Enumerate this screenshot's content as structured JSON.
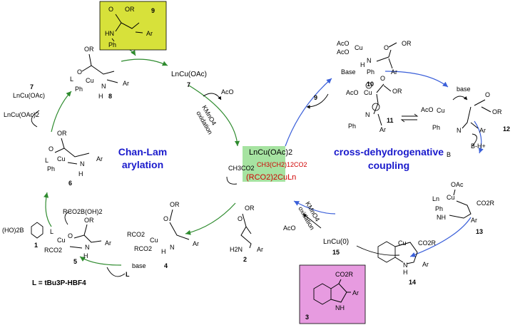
{
  "colors": {
    "green_arrow": "#2e8b2e",
    "blue_arrow": "#3a5fd9",
    "cycle_title": "#1a1acc",
    "box_yellow": "#d7e13a",
    "box_green": "#a6e3a1",
    "box_pink": "#e79be0",
    "red_text": "#d00000"
  },
  "cycles": {
    "left_title_1": "Chan-Lam",
    "left_title_2": "arylation",
    "right_title_1": "cross-dehydrogenative",
    "right_title_2": "coupling"
  },
  "center": {
    "line1": "LnCu(OAc)2",
    "acetate": "CH3CO2",
    "chain": "CH3(CH2)12CO2",
    "line3": "(RCO2)2CuLn"
  },
  "labels": {
    "oxidant1": "KMnO4",
    "oxidation1": "oxidation",
    "oxidant2": "KMnO4",
    "oxidation2": "oxidation",
    "aco_top": "AcO",
    "aco_right": "AcO",
    "cat_top": "LnCu(OAc)",
    "cat_left_a": "LnCu(OAc)",
    "cat_left_b": "LnCu(OAc)2",
    "boronic_acid": "RCO2B(OH)2",
    "boronic_reagent": "(HO)2B",
    "ligand_def": "L = tBu3P-HBF4",
    "ligand": "L",
    "base_4": "base",
    "base_10": "Base",
    "base_12": "base",
    "b_label": "B",
    "bh_label": "B-H+",
    "cu0": "LnCu(0)",
    "nine_label": "9"
  },
  "compounds": {
    "c1": "1",
    "c2": "2",
    "c3": "3",
    "c4": "4",
    "c5": "5",
    "c6": "6",
    "c7": "7",
    "c7b": "7",
    "c8": "8",
    "c9": "9",
    "c10": "10",
    "c11": "11",
    "c12": "12",
    "c13": "13",
    "c14": "14",
    "c15": "15"
  },
  "atoms": {
    "or": "OR",
    "o": "O",
    "hn": "HN",
    "ph": "Ph",
    "ar": "Ar",
    "n": "N",
    "h": "H",
    "cu": "Cu",
    "cu3": "Cu",
    "cu2": "Cu",
    "l": "L",
    "ln": "Ln",
    "rco2": "RCO2",
    "h2n": "H2N",
    "oac": "OAc",
    "co2r": "CO2R",
    "nh": "NH"
  }
}
